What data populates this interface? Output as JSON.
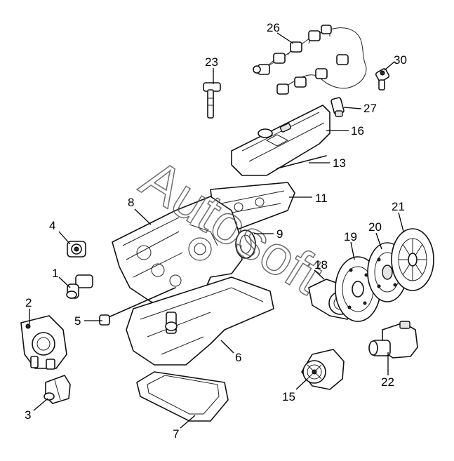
{
  "watermark": "Autosoft",
  "callouts": [
    {
      "id": "1",
      "label": "1"
    },
    {
      "id": "2",
      "label": "2"
    },
    {
      "id": "3",
      "label": "3"
    },
    {
      "id": "4",
      "label": "4"
    },
    {
      "id": "5",
      "label": "5"
    },
    {
      "id": "6",
      "label": "6"
    },
    {
      "id": "7",
      "label": "7"
    },
    {
      "id": "8",
      "label": "8"
    },
    {
      "id": "9",
      "label": "9"
    },
    {
      "id": "11",
      "label": "11"
    },
    {
      "id": "13",
      "label": "13"
    },
    {
      "id": "15",
      "label": "15"
    },
    {
      "id": "16",
      "label": "16"
    },
    {
      "id": "18",
      "label": "18"
    },
    {
      "id": "19",
      "label": "19"
    },
    {
      "id": "20",
      "label": "20"
    },
    {
      "id": "21",
      "label": "21"
    },
    {
      "id": "22",
      "label": "22"
    },
    {
      "id": "23",
      "label": "23"
    },
    {
      "id": "26",
      "label": "26"
    },
    {
      "id": "27",
      "label": "27"
    },
    {
      "id": "30",
      "label": "30"
    }
  ]
}
